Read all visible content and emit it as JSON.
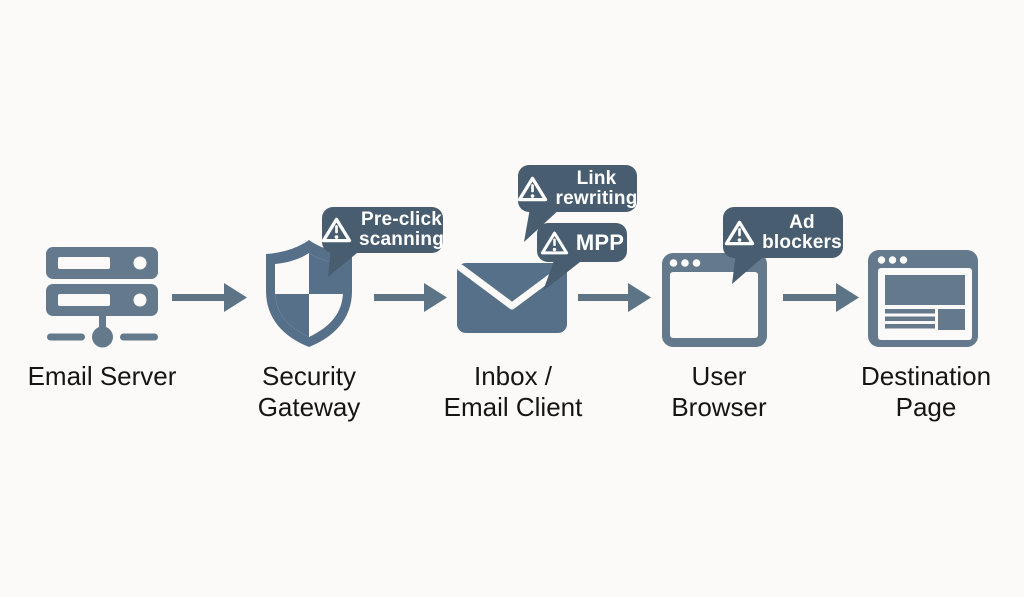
{
  "title": "Email link delivery flow diagram",
  "theme": {
    "background": "#fbfaf8",
    "icon_color": "#64798c",
    "icon_dark": "#57708a",
    "badge_color": "#485d6f",
    "arrow_color": "#5d7386",
    "label_color": "#151515",
    "badge_text_color": "#ffffff"
  },
  "flow": {
    "nodes": [
      {
        "name": "email-server",
        "icon": "server-icon",
        "label_lines": [
          "Email Server"
        ]
      },
      {
        "name": "security-gateway",
        "icon": "shield-checker-icon",
        "label_lines": [
          "Security",
          "Gateway"
        ]
      },
      {
        "name": "inbox-email-client",
        "icon": "envelope-icon",
        "label_lines": [
          "Inbox /",
          "Email Client"
        ]
      },
      {
        "name": "user-browser",
        "icon": "browser-window-icon",
        "label_lines": [
          "User",
          "Browser"
        ]
      },
      {
        "name": "destination-page",
        "icon": "webpage-icon",
        "label_lines": [
          "Destination",
          "Page"
        ]
      }
    ],
    "connections": [
      {
        "from": "email-server",
        "to": "security-gateway"
      },
      {
        "from": "security-gateway",
        "to": "inbox-email-client"
      },
      {
        "from": "inbox-email-client",
        "to": "user-browser"
      },
      {
        "from": "user-browser",
        "to": "destination-page"
      }
    ],
    "badges": [
      {
        "name": "pre-click-scanning",
        "icon": "warning-triangle-icon",
        "attached_to": "security-gateway",
        "lines": [
          "Pre-click",
          "scanning"
        ]
      },
      {
        "name": "link-rewriting",
        "icon": "warning-triangle-icon",
        "attached_to": "inbox-email-client",
        "lines": [
          "Link",
          "rewriting"
        ]
      },
      {
        "name": "mpp",
        "icon": "warning-triangle-icon",
        "attached_to": "inbox-email-client",
        "lines": [
          "MPP"
        ]
      },
      {
        "name": "ad-blockers",
        "icon": "warning-triangle-icon",
        "attached_to": "user-browser",
        "lines": [
          "Ad",
          "blockers"
        ]
      }
    ]
  }
}
